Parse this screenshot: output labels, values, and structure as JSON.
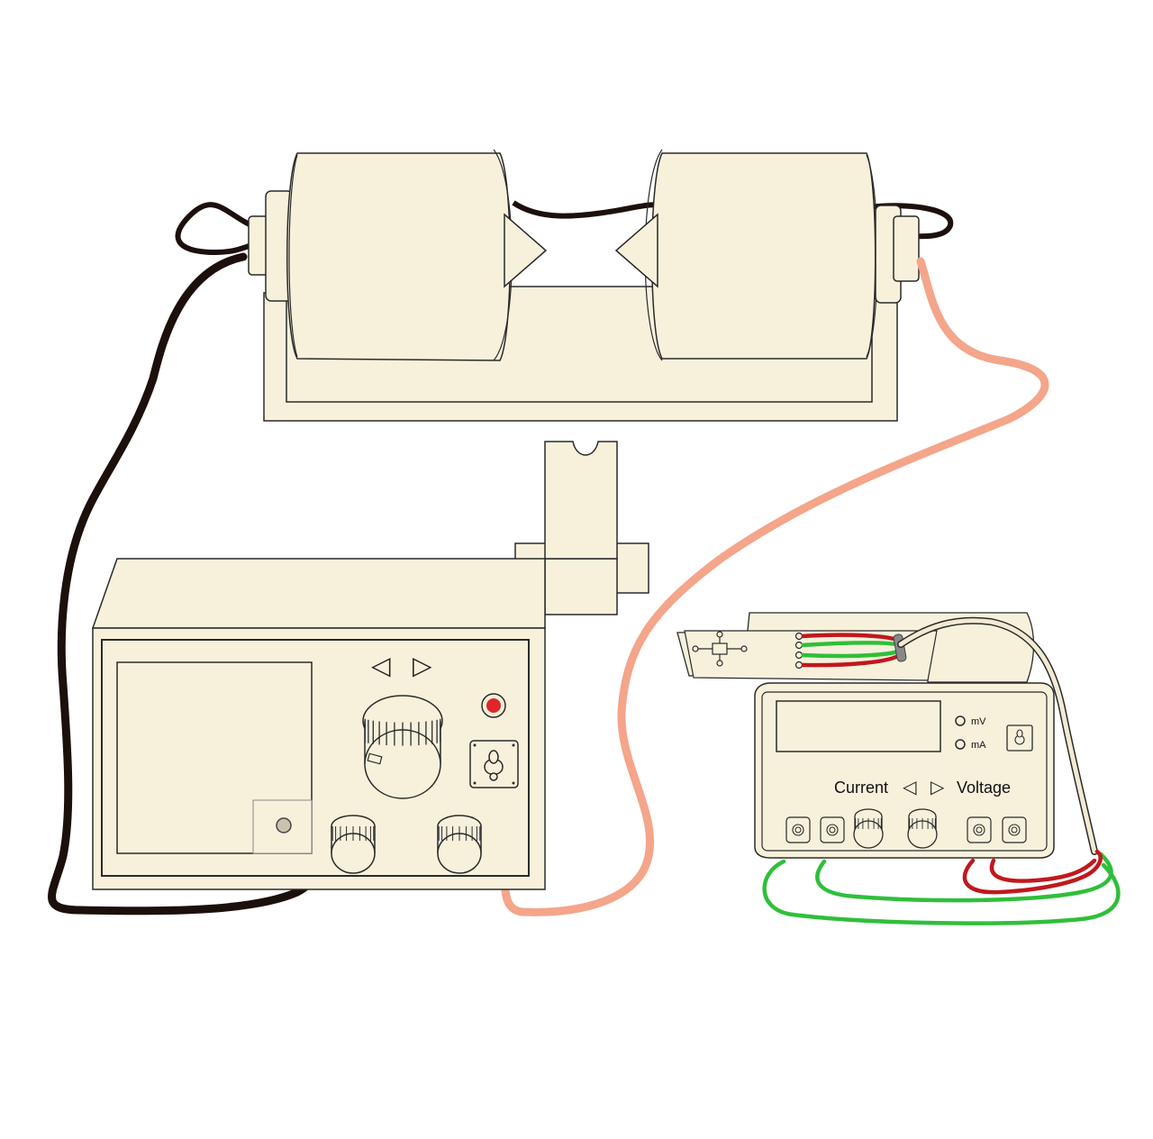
{
  "colors": {
    "device_fill": "#f7f1dc",
    "outline": "#2a2a2a",
    "cable_black": "#1c100c",
    "cable_salmon": "#f4a58a",
    "cable_cream": "#f2ead2",
    "wire_red": "#c0181e",
    "wire_green": "#2fbf3a",
    "indicator_red": "#e0262b"
  },
  "meter": {
    "label_current": "Current",
    "label_voltage": "Voltage",
    "label_mv": "mV",
    "label_ma": "mA"
  },
  "icons": {
    "arrow_left": "◁",
    "arrow_right": "▷"
  }
}
